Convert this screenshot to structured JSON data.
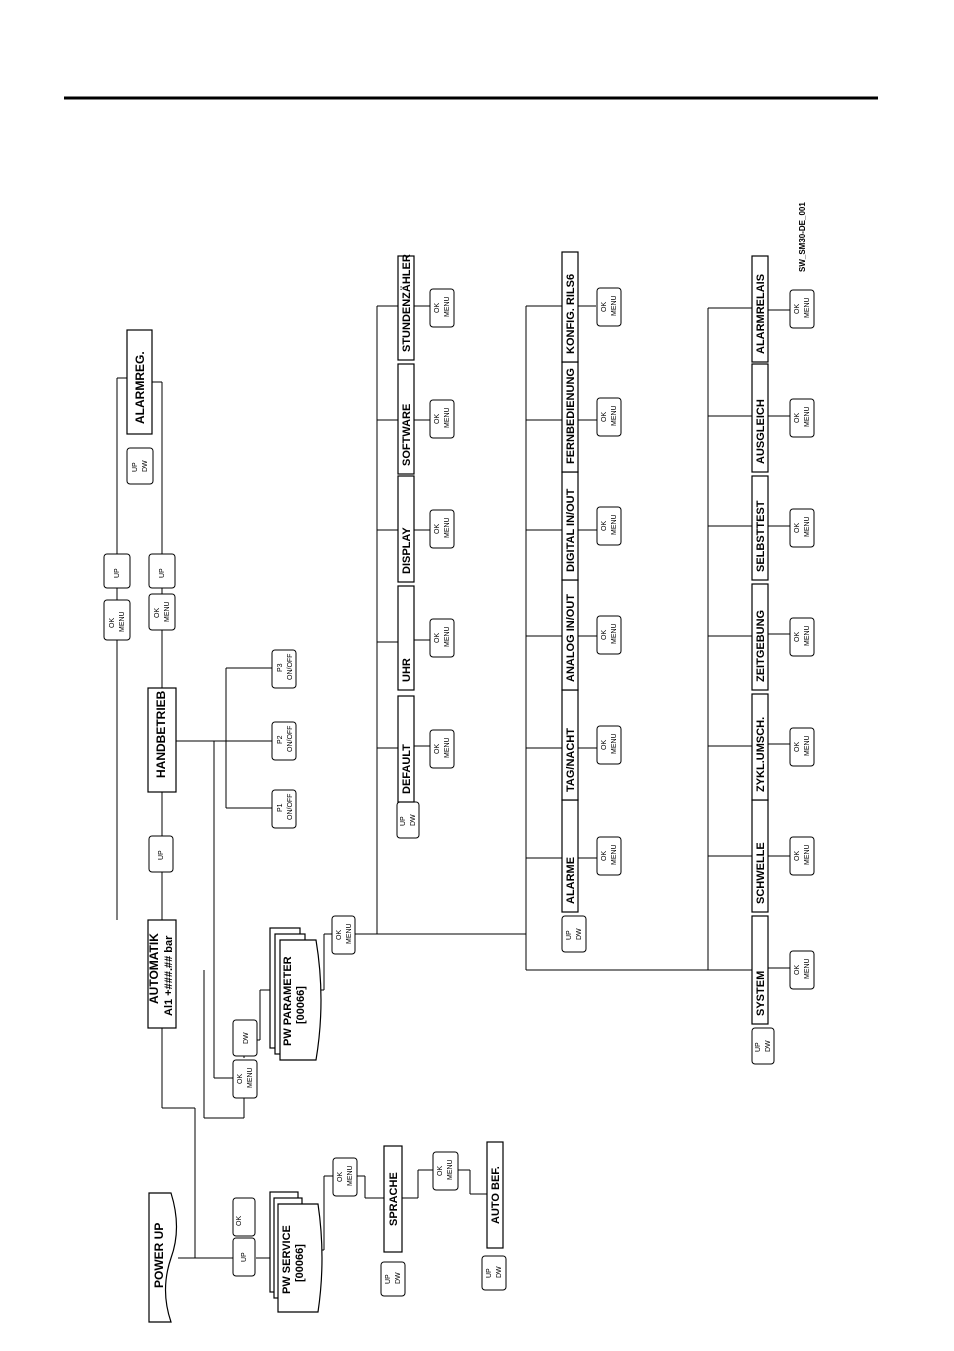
{
  "diagram_code": "SW_SM30-DE_001",
  "keys": {
    "up": "UP",
    "dw": "DW",
    "ok": "OK",
    "menu": "MENU",
    "p1": "P1",
    "p2": "P2",
    "p3": "P3",
    "on_off": "ON/OFF"
  },
  "nodes": {
    "power_up": "POWER UP",
    "pw_service_title": "PW SERVICE",
    "pw_service_code": "[00066]",
    "sprache": "SPRACHE",
    "auto_bef": "AUTO BEF.",
    "automatik_title": "AUTOMATIK",
    "automatik_value": "Al1 +###.## bar",
    "handbetrieb": "HANDBETRIEB",
    "alarmreg": "ALARMREG.",
    "pw_parameter_title": "PW PARAMETER",
    "pw_parameter_code": "[00066]"
  },
  "rows": {
    "top": [
      "DEFAULT",
      "UHR",
      "DISPLAY",
      "SOFTWARE",
      "STUNDENZÄHLER"
    ],
    "middle": [
      "ALARME",
      "TAG/NACHT",
      "ANALOG IN/OUT",
      "DIGITAL IN/OUT",
      "FERNBEDIENUNG",
      "KONFIG. RILS6"
    ],
    "bottom": [
      "SYSTEM",
      "SCHWELLE",
      "ZYKL.UMSCH.",
      "ZEITGEBUNG",
      "SELBSTTEST",
      "AUSGLEICH",
      "ALARMRELAIS"
    ]
  }
}
